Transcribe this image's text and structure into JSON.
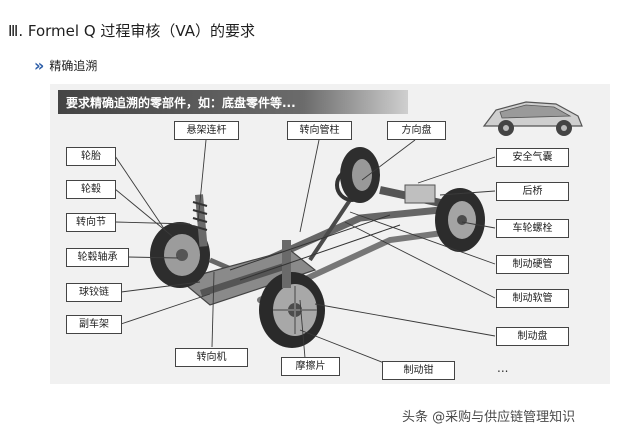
{
  "page_title": "Ⅲ. Formel Q 过程审核（VA）的要求",
  "section": {
    "heading": "精确追溯"
  },
  "figure": {
    "banner": "要求精确追溯的零部件，如：底盘零件等...",
    "labels": {
      "tire": "轮胎",
      "hub": "轮毂",
      "knuckle": "转向节",
      "hub_bearing": "轮毂轴承",
      "ball_joint": "球铰链",
      "subframe": "副车架",
      "control_arm": "悬架连杆",
      "steering_column": "转向管柱",
      "steering_wheel": "方向盘",
      "airbag": "安全气囊",
      "rear_axle": "后桥",
      "wheel_bolt": "车轮螺栓",
      "brake_hard_pipe": "制动硬管",
      "brake_hose": "制动软管",
      "brake_disc": "制动盘",
      "steering_gear": "转向机",
      "brake_pad": "摩擦片",
      "brake_caliper": "制动钳"
    },
    "ellipsis": "..."
  },
  "watermark": "头条 @采购与供应链管理知识"
}
